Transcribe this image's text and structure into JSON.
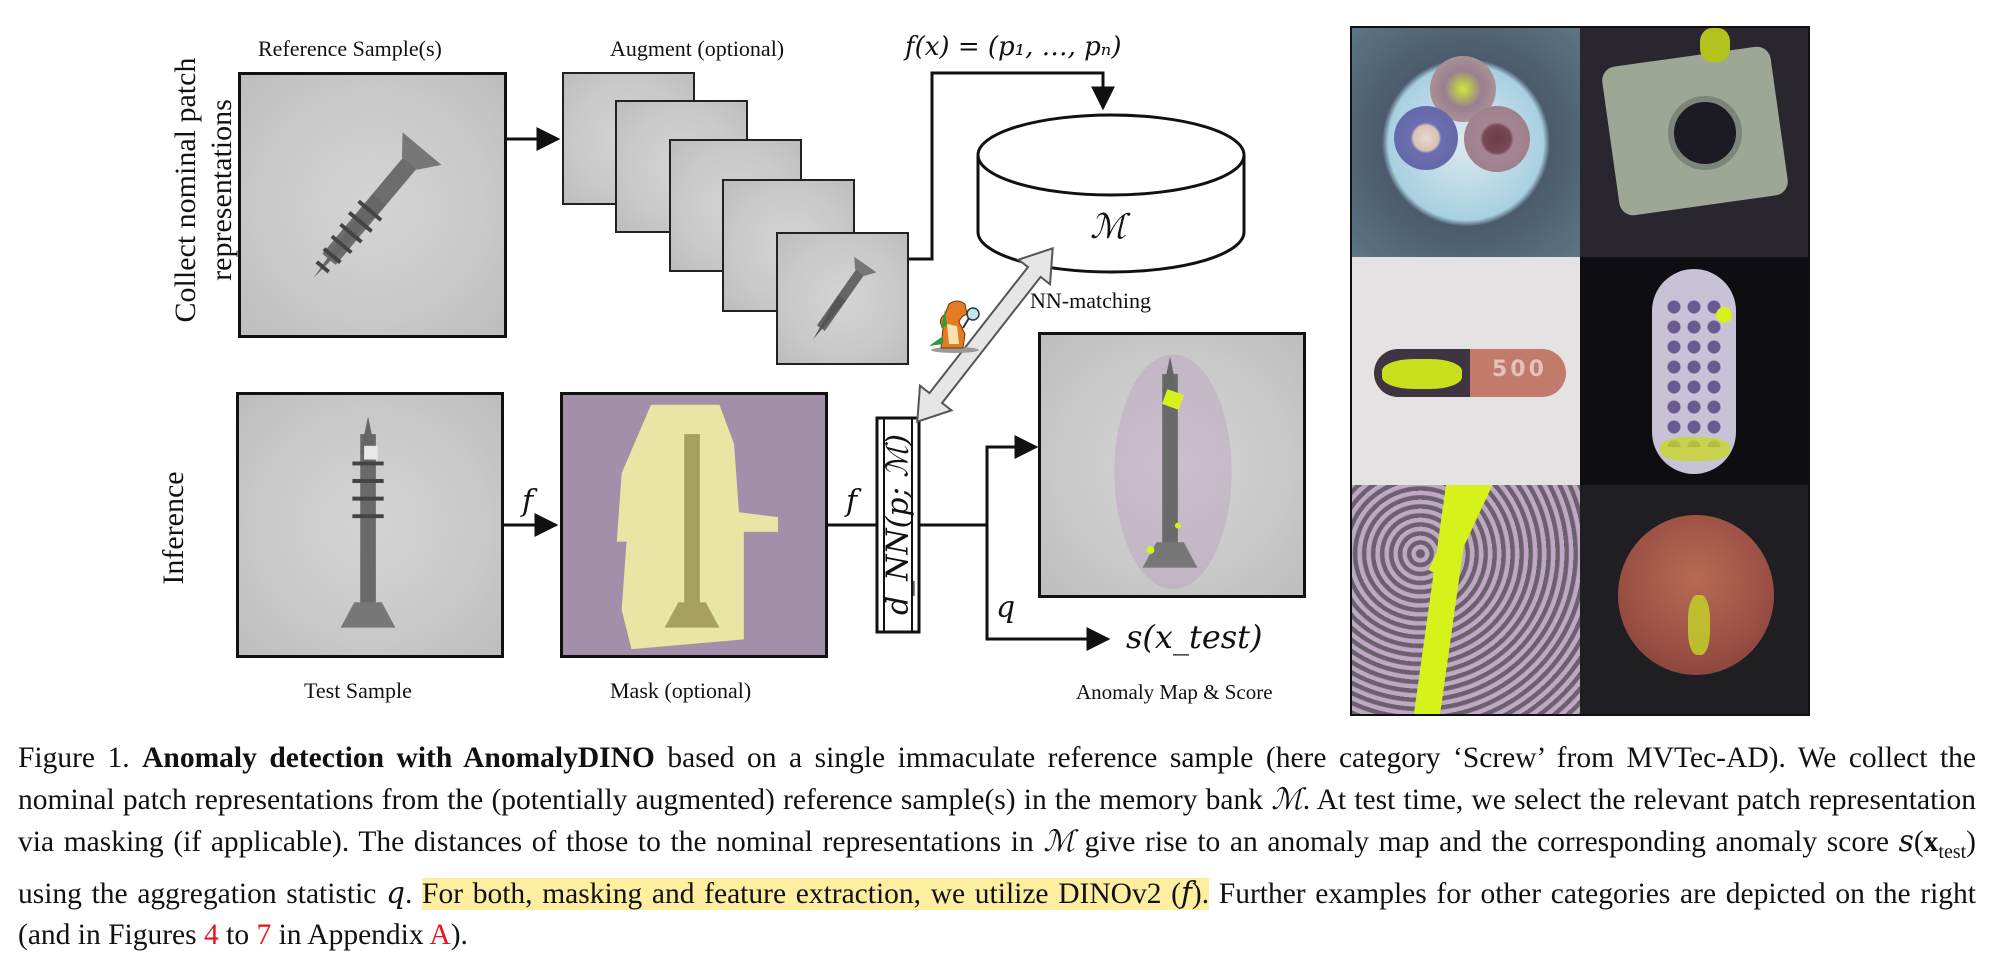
{
  "figure": {
    "row_labels": {
      "top": [
        "Collect nominal patch",
        "representations"
      ],
      "bottom": "Inference"
    },
    "stage_labels": {
      "reference": "Reference Sample(s)",
      "augment": "Augment (optional)",
      "feature_formula": "f(x) = (p₁, …, pₙ)",
      "memory_bank": "ℳ",
      "nn_matching": "NN-matching",
      "test_sample": "Test Sample",
      "mask": "Mask (optional)",
      "anomaly_map": "Anomaly Map & Score",
      "f_arrow_1": "f",
      "f_arrow_2": "f",
      "dnn_box": "d_NN(p; ℳ)",
      "q_label": "q",
      "score": "s(x_test)"
    },
    "augment_count": 5,
    "examples_grid": [
      {
        "category": "cable",
        "position": "top-left"
      },
      {
        "category": "metal nut",
        "position": "top-right"
      },
      {
        "category": "capsule",
        "position": "middle-left",
        "imprint": "500"
      },
      {
        "category": "toothbrush",
        "position": "middle-right"
      },
      {
        "category": "carpet",
        "position": "bottom-left"
      },
      {
        "category": "hazelnut",
        "position": "bottom-right"
      }
    ],
    "colors": {
      "mask_background": "#a48fab",
      "mask_foreground": "#e9e5a4",
      "anomaly_highlight": "#d6f21a",
      "anomaly_halo": "#8a2a8f",
      "highlight_text_bg": "#fdeea0",
      "reference_link": "#e8141a"
    }
  },
  "caption": {
    "prefix": "Figure 1. ",
    "bold": "Anomaly detection with AnomalyDINO",
    "text1": " based on a single immaculate reference sample (here category ‘Screw’ from MVTec-AD). We collect the nominal patch representations from the (potentially augmented) reference sample(s) in the memory bank ",
    "m1": "ℳ",
    "text2": ". At test time, we select the relevant patch representation via masking (if applicable). The distances of those to the nominal representations in ",
    "m2": "ℳ",
    "text3": " give rise to an anomaly map and the corresponding anomaly score ",
    "score_s": "s",
    "score_x": "x",
    "score_sub": "test",
    "text4": " using the aggregation statistic ",
    "q": "q",
    "text5": ". ",
    "highlight": "For both, masking and feature extraction, we utilize DINOv2 (",
    "highlight_f": "f",
    "highlight_end": ").",
    "text6": " Further examples for other categories are depicted on the right (and in Figures ",
    "ref1": "4",
    "text7": " to ",
    "ref2": "7",
    "text8": " in Appendix ",
    "ref3": "A",
    "text9": ")."
  }
}
